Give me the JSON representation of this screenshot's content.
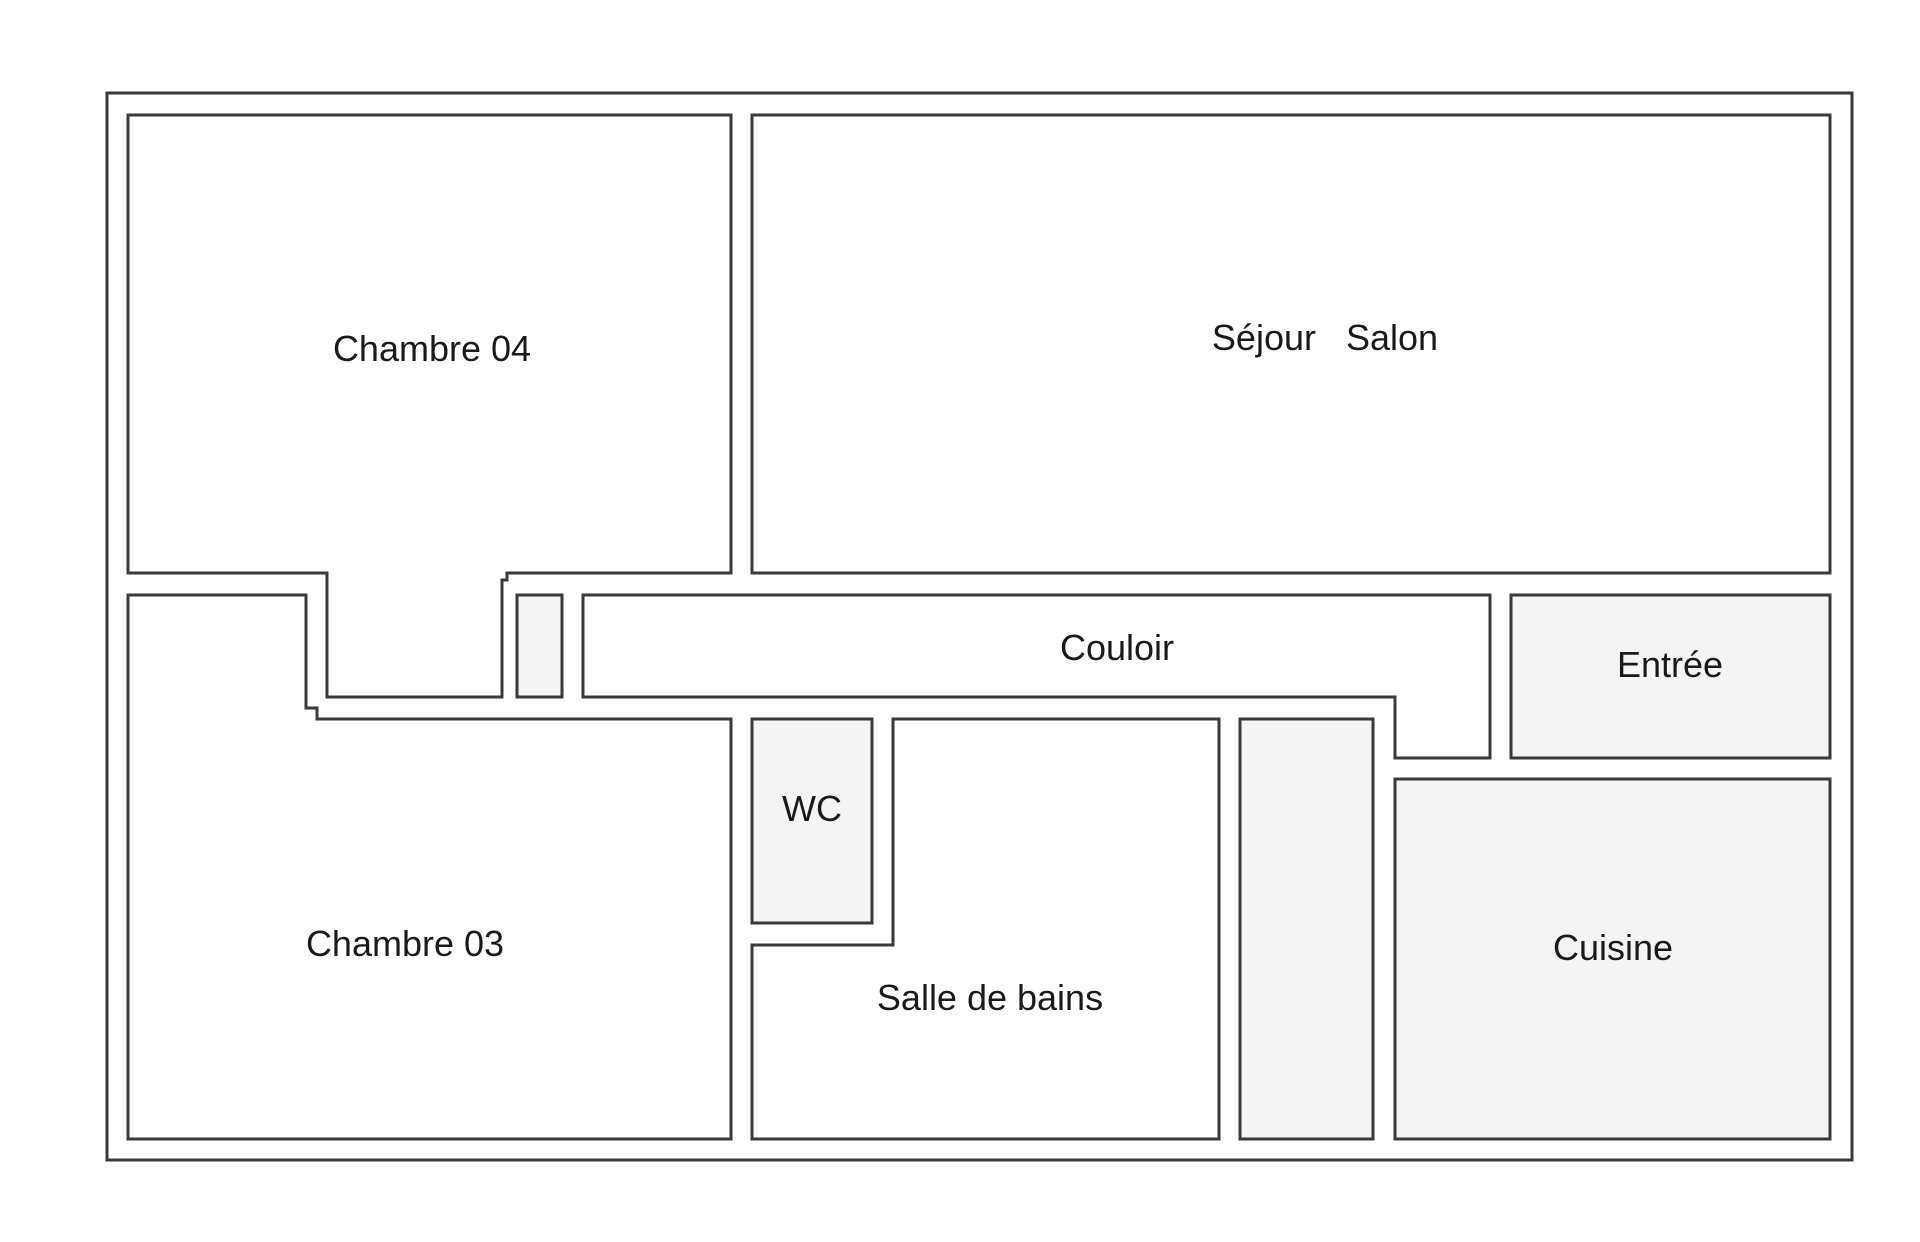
{
  "colors": {
    "background": "#ffffff",
    "wall": "#3a3a3a",
    "room_fill": "#ffffff",
    "shaded_fill": "#f4f4f4"
  },
  "rooms": {
    "chambre_04": "Chambre 04",
    "sejour_salon": "Séjour   Salon",
    "couloir": "Couloir",
    "entree": "Entrée",
    "wc": "WC",
    "chambre_03": "Chambre 03",
    "salle_de_bains": "Salle de bains",
    "cuisine": "Cuisine"
  }
}
